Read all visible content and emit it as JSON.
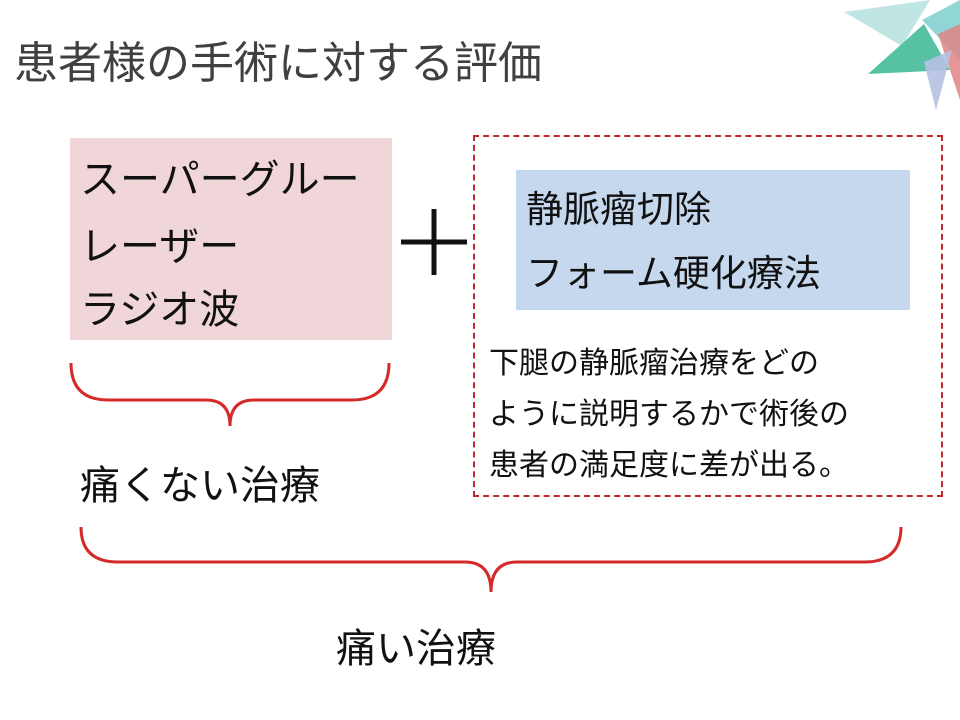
{
  "slide": {
    "title": "患者様の手術に対する評価",
    "painless_options": {
      "items": [
        "スーパーグルー",
        "レーザー",
        "ラジオ波"
      ]
    },
    "surgical_options": {
      "items": [
        "静脈瘤切除",
        "フォーム硬化療法"
      ]
    },
    "note": {
      "lines": [
        "下腿の静脈瘤治療をどの",
        "ように説明するかで術後の",
        "患者の満足度に差が出る。"
      ]
    },
    "painless_label": "痛くない治療",
    "painful_label": "痛い治療"
  },
  "colors": {
    "accent_red": "#d42a2a",
    "pink_box": "#f0d6d8",
    "blue_box": "#c5d8ee",
    "title_gray": "#404040"
  }
}
